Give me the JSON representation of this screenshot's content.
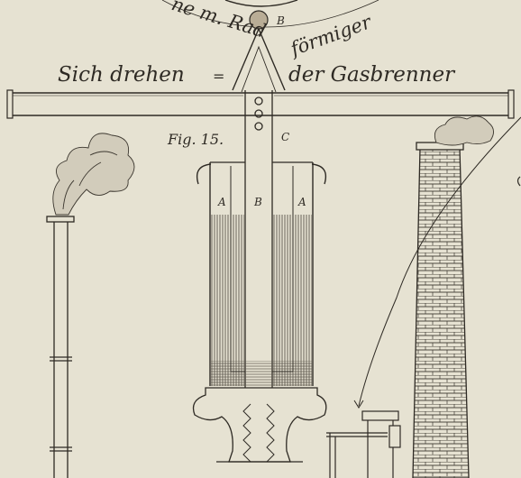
{
  "engraving": {
    "arc_text_left": "ne m. Rad",
    "arc_text_right": "förmiger",
    "main_caption_left": "Sich drehen",
    "main_caption_hyphen": "=",
    "main_caption_right": "der Gasbrenner",
    "figure_label": "Fig. 15.",
    "letter_B_top": "B",
    "letter_C": "C",
    "letter_A_left": "A",
    "letter_B_mid": "B",
    "letter_A_right": "A",
    "colors": {
      "paper": "#e6e2d2",
      "ink": "#2e2a24",
      "hatch": "#5a544a"
    }
  }
}
